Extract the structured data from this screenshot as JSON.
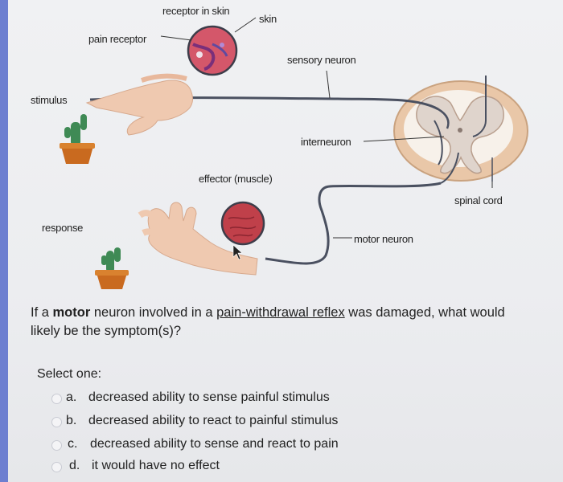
{
  "diagram": {
    "labels": {
      "receptor_in_skin": "receptor in skin",
      "skin": "skin",
      "pain_receptor": "pain receptor",
      "sensory_neuron": "sensory neuron",
      "stimulus": "stimulus",
      "interneuron": "interneuron",
      "effector_muscle": "effector (muscle)",
      "spinal_cord": "spinal cord",
      "response": "response",
      "motor_neuron": "motor neuron"
    },
    "colors": {
      "nerve": "#4a5060",
      "receptor_fill": "#d4576a",
      "muscle_fill": "#c0404a",
      "spinal_cord": "#e9c7a8",
      "grey_matter": "#f5efe8",
      "hand": "#efc9b0",
      "pot": "#c96a1f",
      "cactus": "#3f8a55"
    }
  },
  "question": {
    "part1": "If a ",
    "bold": "motor",
    "part2": " neuron involved in a ",
    "underlined": "pain-withdrawal reflex",
    "part3": " was damaged, what would likely be the symptom(s)?"
  },
  "select_label": "Select one:",
  "options": [
    {
      "letter": "a.",
      "text": "decreased ability to sense painful stimulus"
    },
    {
      "letter": "b.",
      "text": "decreased ability to react to painful stimulus"
    },
    {
      "letter": "c.",
      "text": "decreased ability to sense and react to pain"
    },
    {
      "letter": "d.",
      "text": "it would have no effect"
    }
  ]
}
